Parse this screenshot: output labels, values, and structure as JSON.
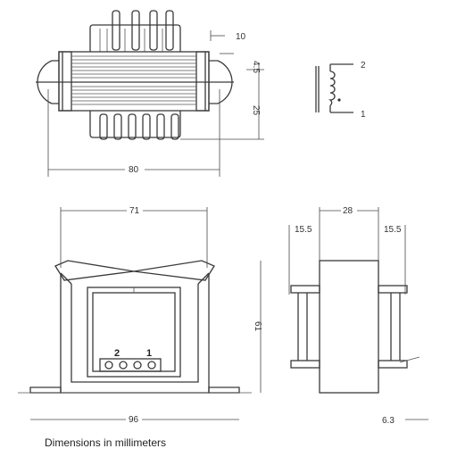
{
  "caption": "Dimensions in millimeters",
  "top_view": {
    "dims": {
      "d10": "10",
      "d45": "4.5",
      "d25": "25",
      "d80": "80"
    }
  },
  "schematic": {
    "pin_top": "2",
    "pin_bottom": "1"
  },
  "front_view": {
    "dims": {
      "d71": "71",
      "d61": "61",
      "d96": "96"
    },
    "pins": {
      "left": "2",
      "right": "1"
    }
  },
  "side_view": {
    "dims": {
      "d28": "28",
      "d155_left": "15.5",
      "d155_right": "15.5",
      "d63": "6.3"
    }
  }
}
